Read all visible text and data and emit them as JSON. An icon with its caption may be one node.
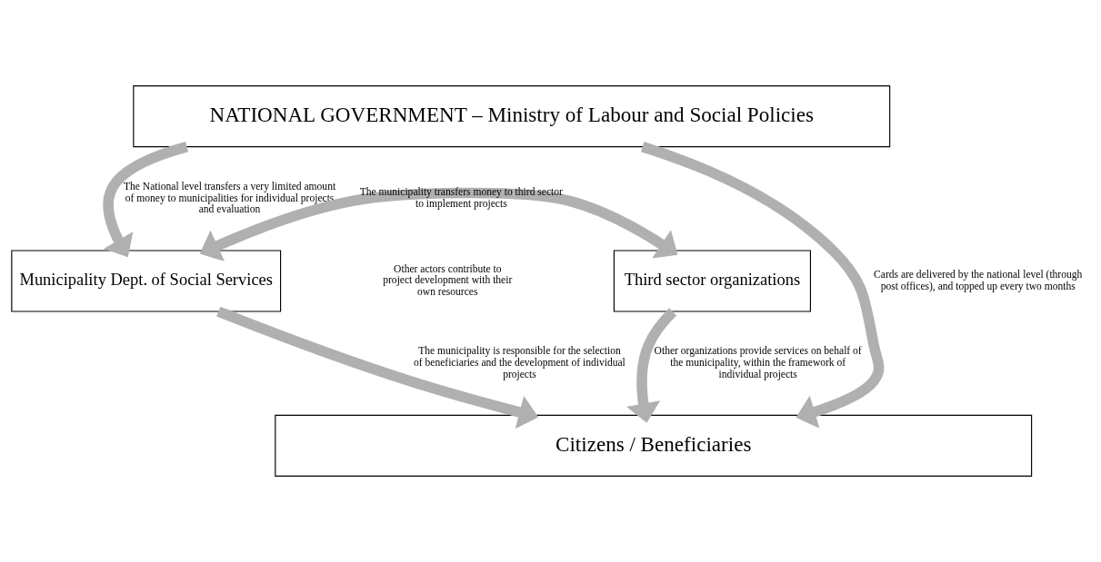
{
  "diagram": {
    "nodes": [
      {
        "text": [
          "NATIONAL GOVERNMENT – Ministry of Labour and Social Policies"
        ]
      },
      {
        "text": [
          "Municipality Dept. of Social Services"
        ]
      },
      {
        "text": [
          "Third sector organizations"
        ]
      },
      {
        "text": [
          "Citizens / Beneficiaries"
        ]
      }
    ],
    "edges": [
      {
        "from": 0,
        "to": 3,
        "arrow": "to",
        "label": "Cards are delivered by the national level (through post offices), and topped up every two months"
      },
      {
        "from": 0,
        "to": 1,
        "arrow": "to",
        "label": "The National level transfers a very limited amount of money to municipalities for individual projects and evaluation"
      },
      {
        "from": 1,
        "to": 2,
        "arrow": "both",
        "label": "The municipality transfers money to third sector to implement projects"
      },
      {
        "from": 1,
        "to": 3,
        "arrow": "to",
        "label": "The municipality is responsible for the selection of beneficiaries and the development of individual projects"
      },
      {
        "from": 2,
        "to": 3,
        "arrow": "to",
        "label": "Other organizations provide services on behalf of the municipality, within the framework of individual projects"
      }
    ],
    "labels": [
      "Other actors contribute to project development with their own resources"
    ]
  }
}
